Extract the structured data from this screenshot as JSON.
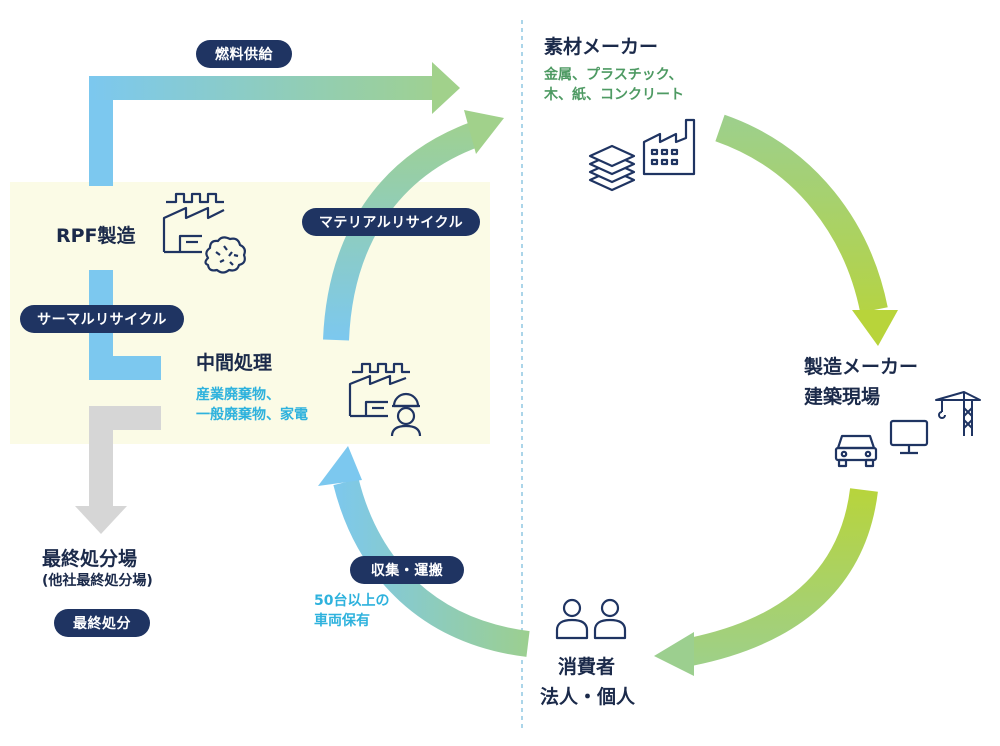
{
  "labels": {
    "fuel_supply": "燃料供給",
    "material_recycle": "マテリアルリサイクル",
    "thermal_recycle": "サーマルリサイクル",
    "collection_transport": "収集・運搬",
    "final_disposal_badge": "最終処分"
  },
  "nodes": {
    "material_maker": {
      "title": "素材メーカー",
      "sub1": "金属、プラスチック、",
      "sub2": "木、紙、コンクリート"
    },
    "manufacturer": {
      "title1": "製造メーカー",
      "title2": "建築現場"
    },
    "consumer": {
      "title1": "消費者",
      "title2": "法人・個人"
    },
    "intermediate": {
      "title": "中間処理",
      "sub1": "産業廃棄物、",
      "sub2": "一般廃棄物、家電"
    },
    "rpf": {
      "title": "RPF製造"
    },
    "final_site": {
      "title": "最終処分場",
      "sub": "(他社最終処分場)"
    }
  },
  "vehicles": {
    "line1": "50台以上の",
    "line2": "車両保有"
  },
  "colors": {
    "navy": "#1f3462",
    "blue": "#7cc8ef",
    "green": "#9ccf8f",
    "lime": "#b8d43a",
    "gray": "#d6d6d6",
    "zone": "#fbfbe6"
  }
}
